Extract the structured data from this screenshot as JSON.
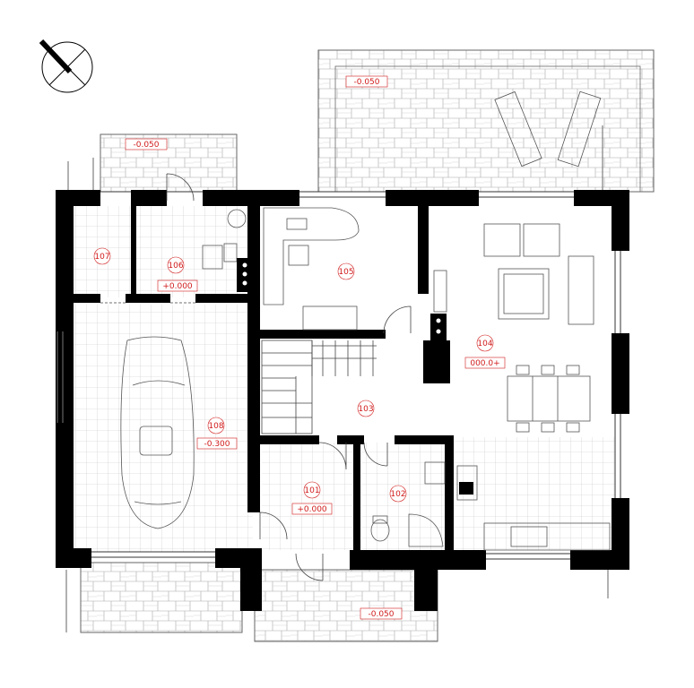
{
  "colors": {
    "wall": "#000000",
    "line": "#444444",
    "label": "#d11a1a",
    "tile": "#bdbdbd",
    "paving": "#9e9e9e"
  },
  "compass": {
    "icon": "north-arrow-icon"
  },
  "rooms": [
    {
      "id": "room-101",
      "number": "101",
      "level": "+0.000"
    },
    {
      "id": "room-102",
      "number": "102",
      "level": ""
    },
    {
      "id": "room-103",
      "number": "103",
      "level": ""
    },
    {
      "id": "room-104",
      "number": "104",
      "level": "000.0+"
    },
    {
      "id": "room-105",
      "number": "105",
      "level": ""
    },
    {
      "id": "room-106",
      "number": "106",
      "level": "+0.000"
    },
    {
      "id": "room-107",
      "number": "107",
      "level": ""
    },
    {
      "id": "room-108",
      "number": "108",
      "level": "-0.300"
    }
  ],
  "exterior_levels": [
    {
      "id": "terrace-level",
      "value": "-0.050"
    },
    {
      "id": "side-porch-level",
      "value": "-0.050"
    },
    {
      "id": "entrance-level",
      "value": "-0.050"
    }
  ]
}
